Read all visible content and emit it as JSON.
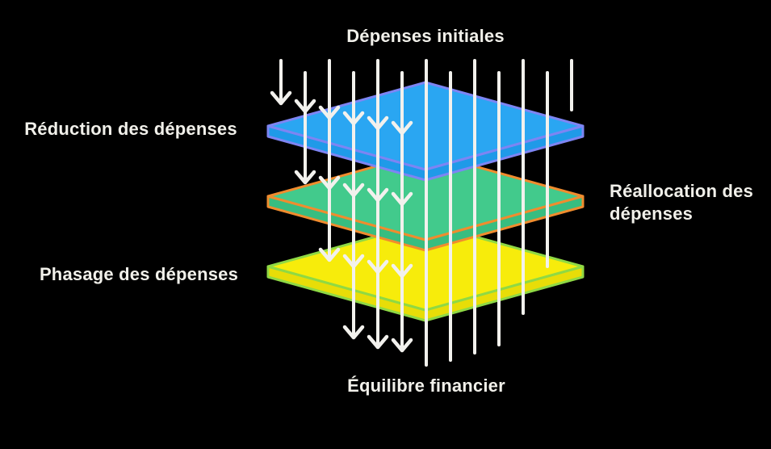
{
  "background": "#000000",
  "text_color": "#f1f0ea",
  "arrow_color": "#f2f1ed",
  "title": "Dépenses initiales",
  "bottom_label": "Équilibre financier",
  "layers": [
    {
      "name": "reduction",
      "label": "Réduction des dépenses",
      "side": "left",
      "fill": "#2aa6f2",
      "side_fill": "#1f9ae8",
      "border": "#7d85f3"
    },
    {
      "name": "reallocation",
      "label": "Réallocation des dépenses",
      "side": "right",
      "fill": "#42ca8c",
      "side_fill": "#38bd80",
      "border": "#f08c2e"
    },
    {
      "name": "phasage",
      "label": "Phasage des dépenses",
      "side": "left",
      "fill": "#f7ec0b",
      "side_fill": "#e8dd08",
      "border": "#8fd944"
    }
  ]
}
